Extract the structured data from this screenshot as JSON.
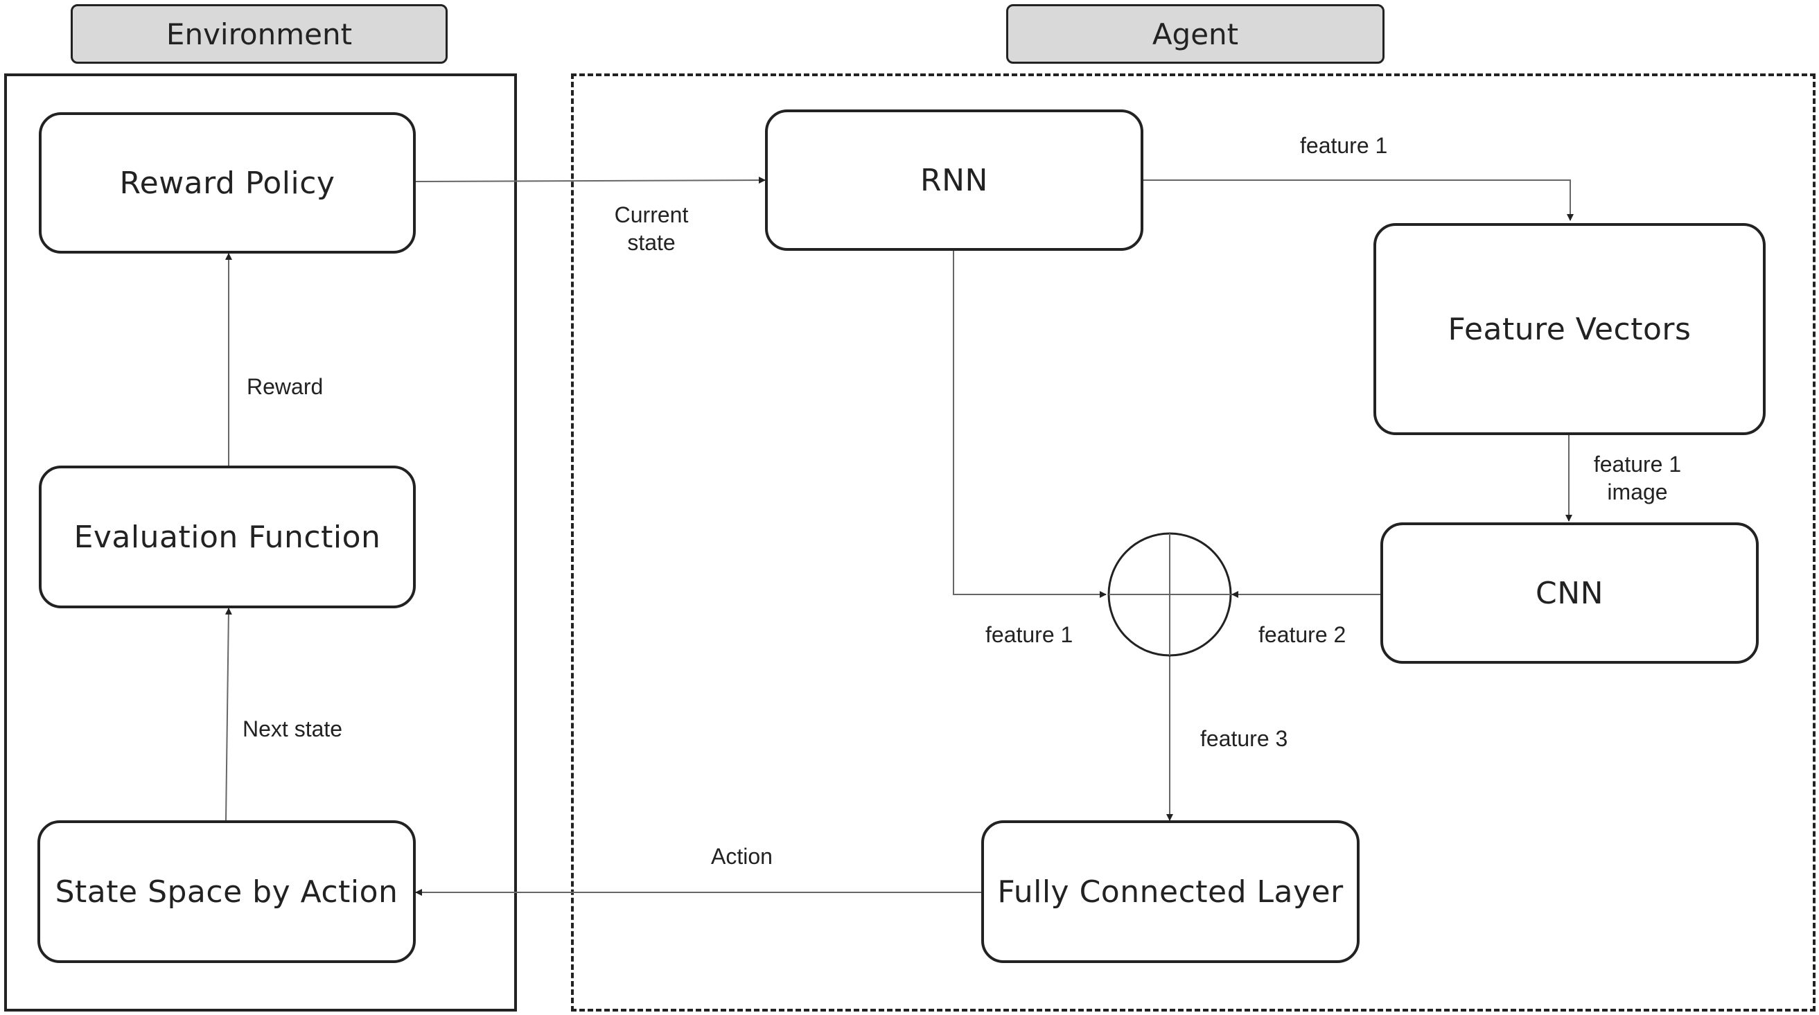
{
  "groups": {
    "environment": "Environment",
    "agent": "Agent"
  },
  "nodes": {
    "reward_policy": "Reward Policy",
    "evaluation_function": "Evaluation Function",
    "state_space": "State Space by Action",
    "rnn": "RNN",
    "feature_vectors": "Feature Vectors",
    "cnn": "CNN",
    "fully_connected": "Fully Connected Layer",
    "combine": "⊕"
  },
  "edges": {
    "current_state_line1": "Current",
    "current_state_line2": "state",
    "reward": "Reward",
    "next_state": "Next state",
    "action": "Action",
    "rnn_to_fv": "feature 1",
    "fv_to_cnn_line1": "feature 1",
    "fv_to_cnn_line2": "image",
    "rnn_to_sum": "feature 1",
    "cnn_to_sum": "feature 2",
    "sum_to_fc": "feature 3"
  },
  "colors": {
    "line": "#666666",
    "border": "#222222",
    "tab_fill": "#d9d9d9"
  }
}
